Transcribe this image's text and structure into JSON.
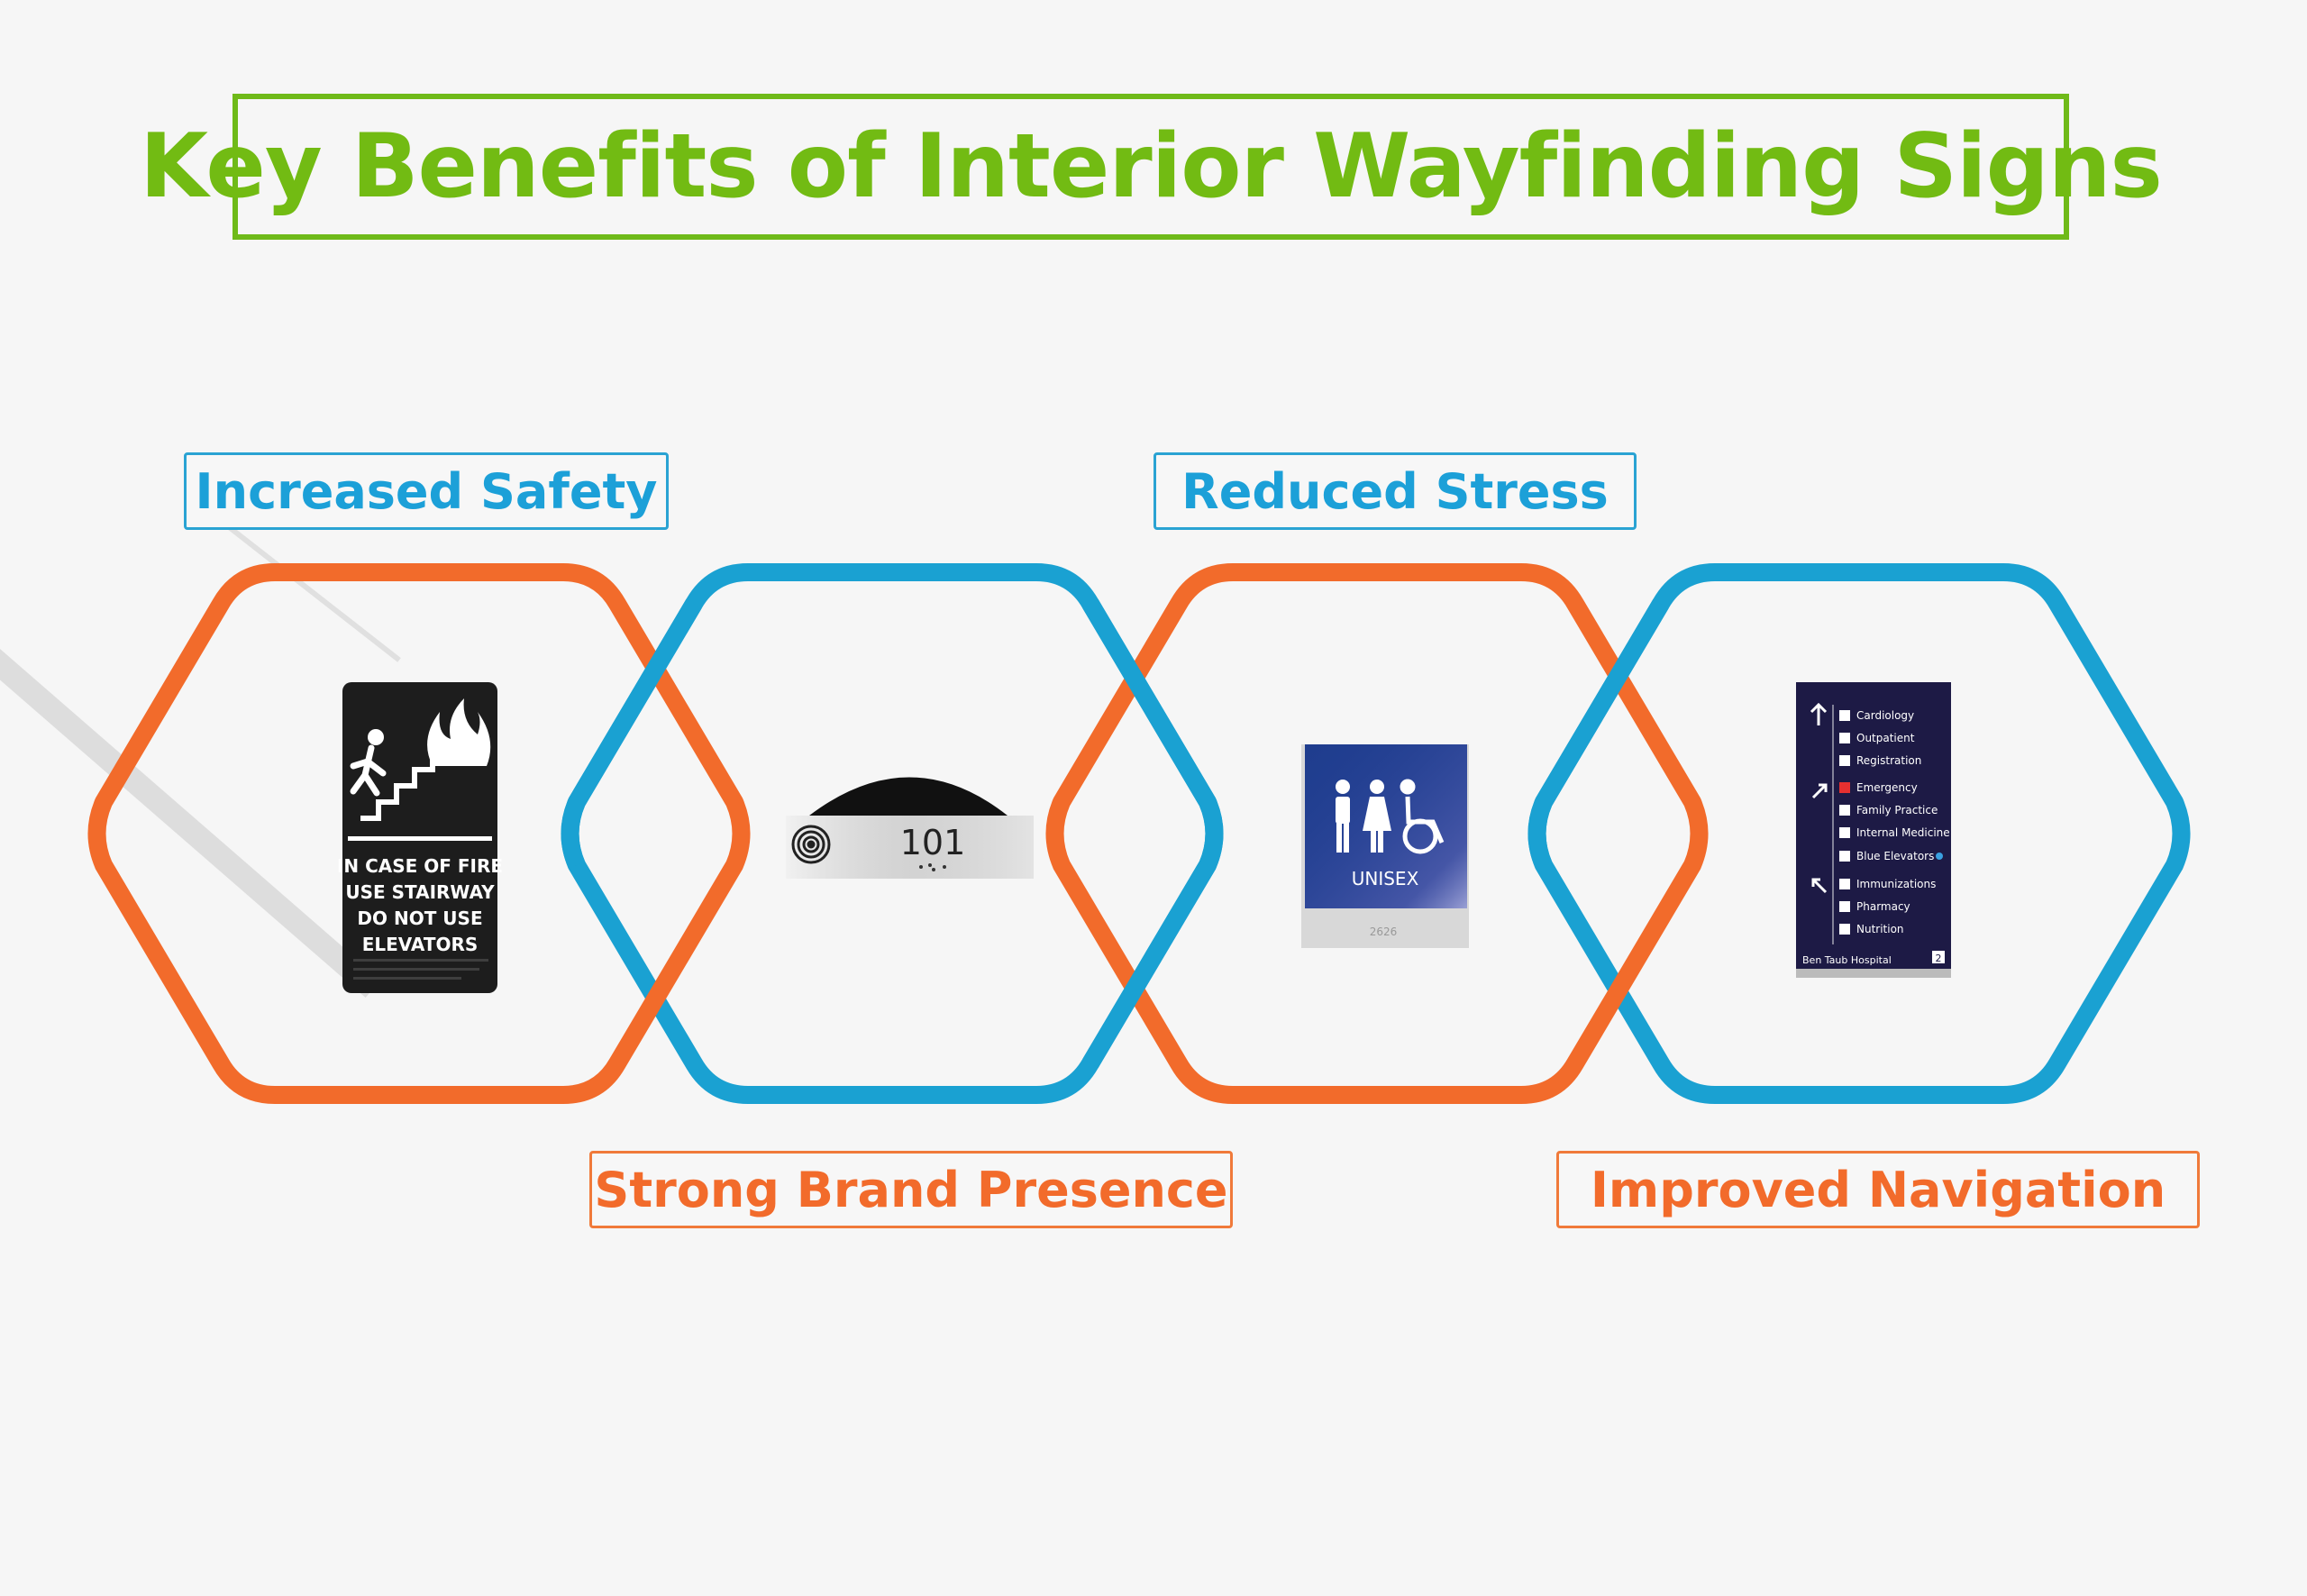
{
  "title": "Key Benefits of Interior Wayfinding Signs",
  "labels": {
    "increased_safety": "Increased Safety",
    "reduced_stress": "Reduced Stress",
    "strong_brand_presence": "Strong Brand Presence",
    "improved_navigation": "Improved Navigation"
  },
  "colors": {
    "title_green": "#72bb13",
    "blue": "#1ca0d8",
    "orange": "#f26b2b",
    "hex_orange": "#f26b2b",
    "hex_blue": "#1aa1d2"
  },
  "signs": {
    "fire": {
      "lines": [
        "IN CASE OF FIRE",
        "USE STAIRWAY",
        "DO NOT USE",
        "ELEVATORS"
      ]
    },
    "room": {
      "number": "101"
    },
    "restroom": {
      "label": "UNISEX",
      "footer": "2626"
    },
    "directory": {
      "items": [
        "Cardiology",
        "Outpatient",
        "Registration",
        "Emergency",
        "Family Practice",
        "Internal Medicine",
        "Blue Elevators",
        "Immunizations",
        "Pharmacy",
        "Nutrition"
      ],
      "footer": "Ben Taub Hospital",
      "floor": "2"
    }
  }
}
